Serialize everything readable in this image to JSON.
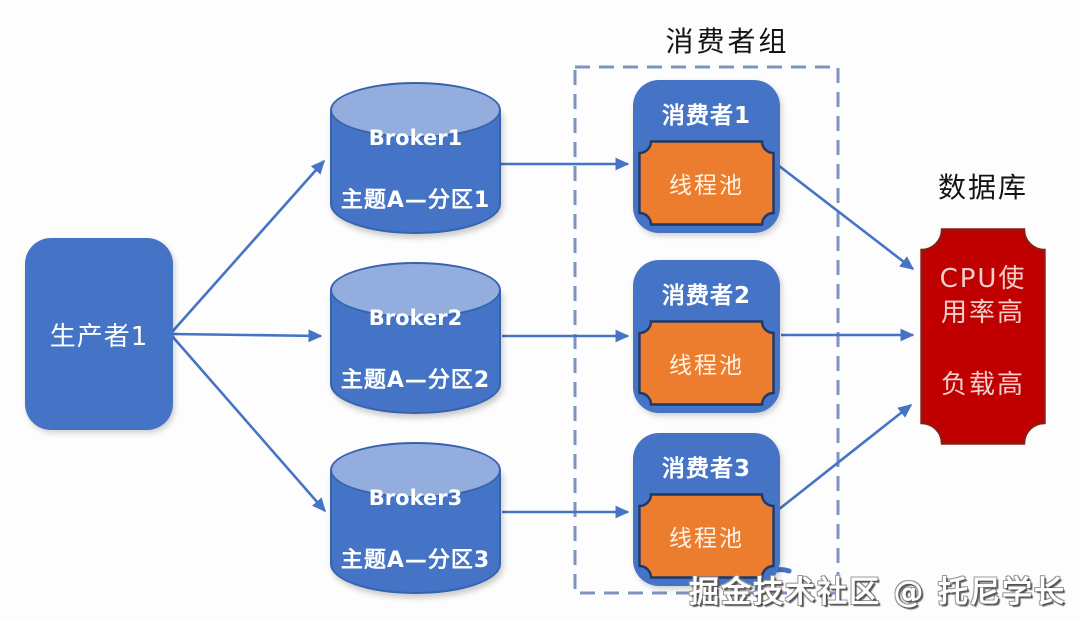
{
  "diagram": {
    "consumer_group_title": "消费者组",
    "database_title": "数据库",
    "producer": {
      "label": "生产者1"
    },
    "brokers": [
      {
        "name": "Broker1",
        "topic": "主题A—分区1"
      },
      {
        "name": "Broker2",
        "topic": "主题A—分区2"
      },
      {
        "name": "Broker3",
        "topic": "主题A—分区3"
      }
    ],
    "consumers": [
      {
        "name": "消费者1",
        "thread_pool": "线程池"
      },
      {
        "name": "消费者2",
        "thread_pool": "线程池"
      },
      {
        "name": "消费者3",
        "thread_pool": "线程池"
      }
    ],
    "database": {
      "lines": [
        "CPU使",
        "用率高",
        "负载高"
      ]
    },
    "watermark": "掘金技术社区 @ 托尼学长",
    "colors": {
      "primary_blue": "#4573C6",
      "cylinder_top_blue": "#93ADDF",
      "shape_border_blue": "#3663AE",
      "orange": "#EC7D2F",
      "plaque_border_navy": "#1F3864",
      "red": "#C00000",
      "red_border": "#8E1B12",
      "dashed_border": "#7D93C1",
      "arrow_blue": "#4573C6"
    }
  }
}
